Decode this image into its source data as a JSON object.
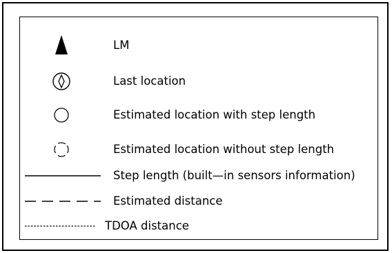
{
  "legend": {
    "items": [
      {
        "key": "lm",
        "label": "LM",
        "icon": "filled-triangle-marker"
      },
      {
        "key": "last-location",
        "label": "Last location",
        "icon": "circle-with-diamond"
      },
      {
        "key": "est-with-step",
        "label": "Estimated location with step length",
        "icon": "solid-circle"
      },
      {
        "key": "est-without-step",
        "label": "Estimated location without step length",
        "icon": "broken-circle"
      },
      {
        "key": "step-length",
        "label": "Step length (built—in sensors information)",
        "icon": "solid-line"
      },
      {
        "key": "estimated-distance",
        "label": "Estimated distance",
        "icon": "dashed-line"
      },
      {
        "key": "tdoa-distance",
        "label": "TDOA distance",
        "icon": "dotted-line"
      }
    ]
  }
}
